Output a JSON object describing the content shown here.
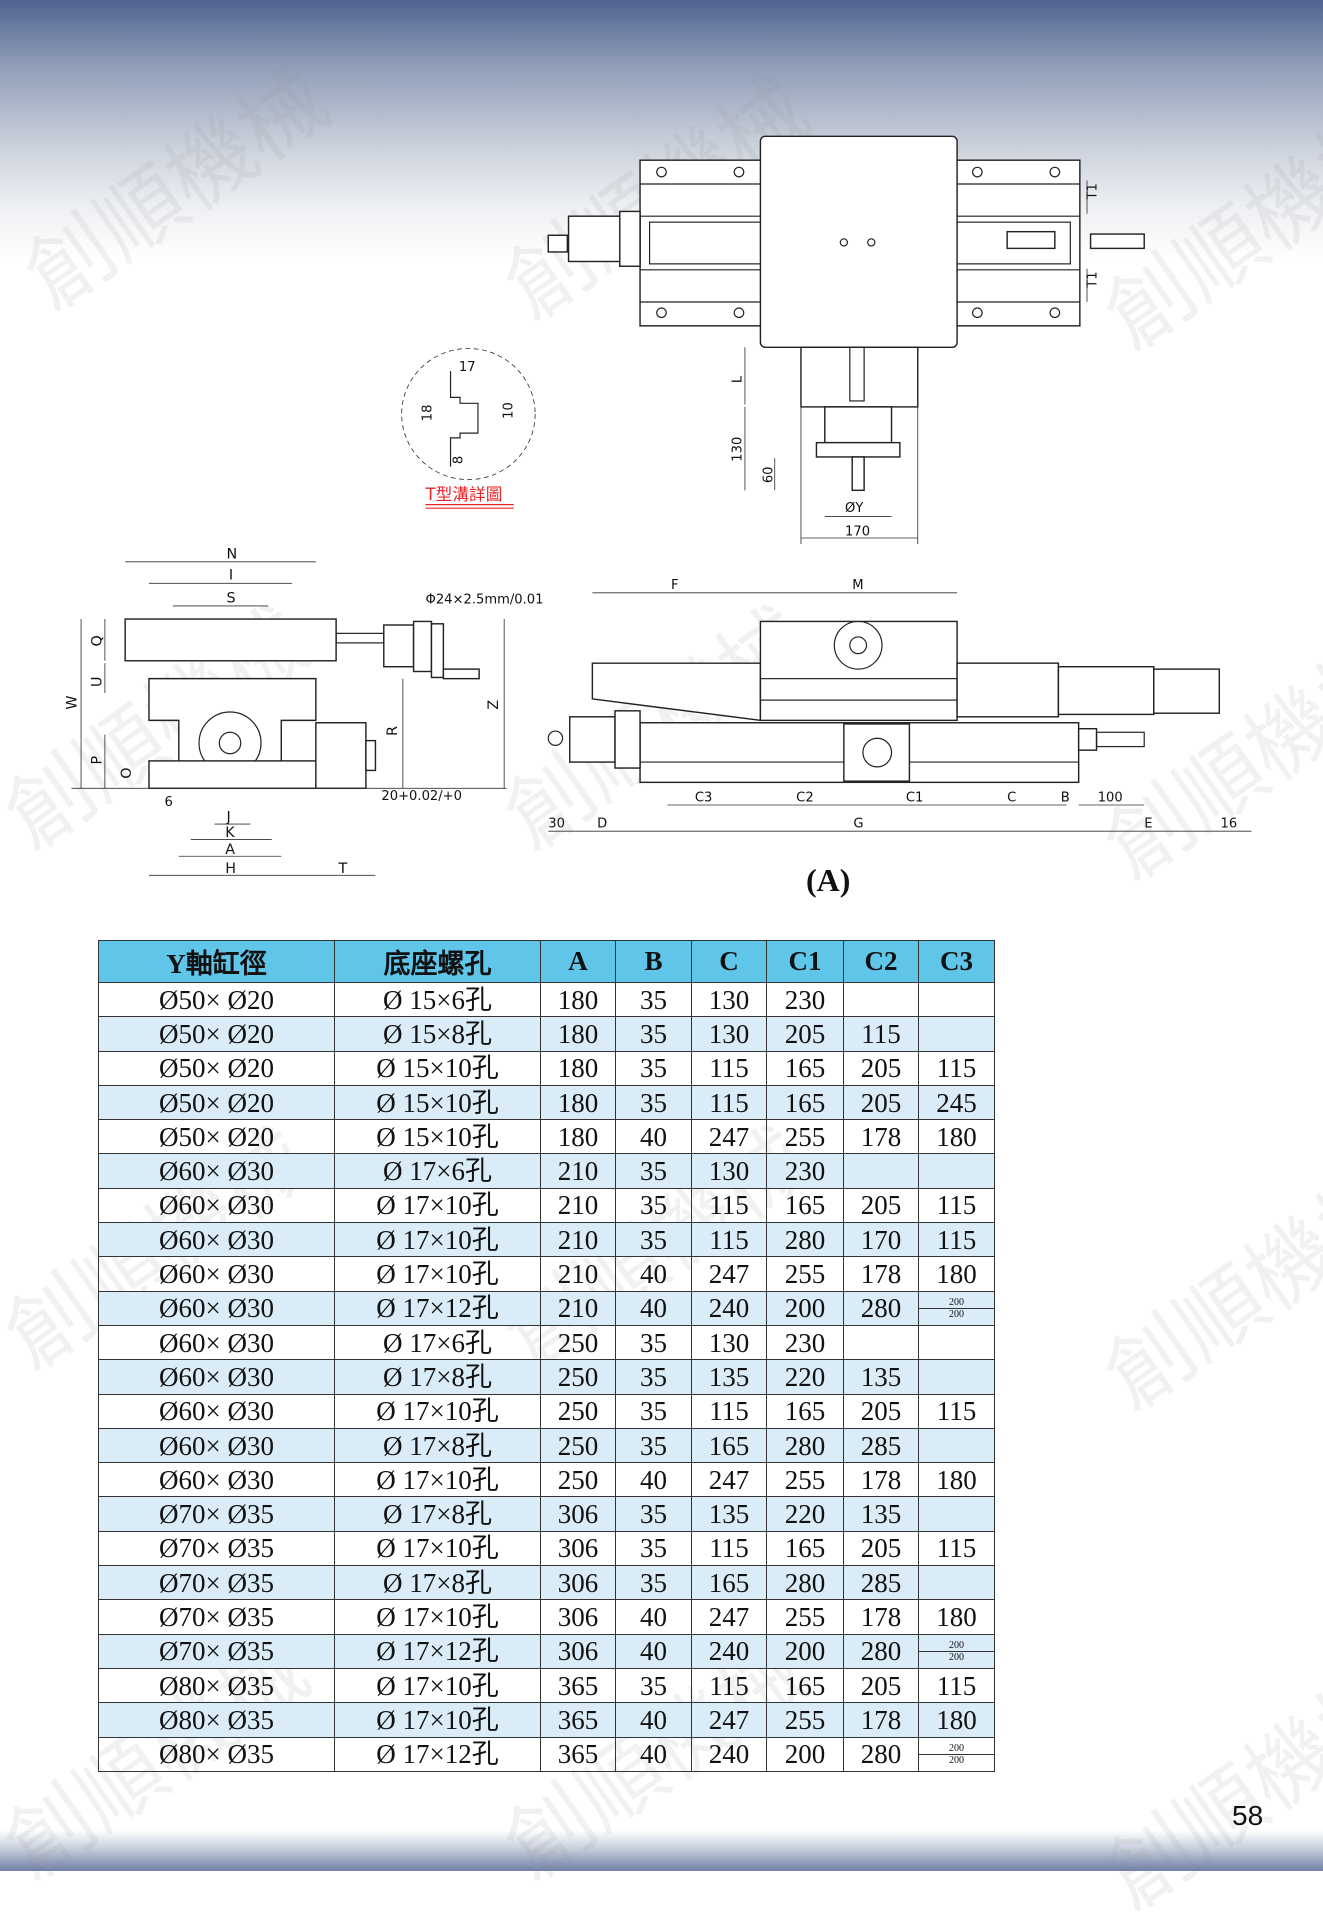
{
  "watermark": "創順機械",
  "page_number": "58",
  "figure_label": "(A)",
  "tslot_detail": {
    "title": "T型溝詳圖",
    "dims": [
      "17",
      "18",
      "10",
      "8"
    ],
    "title_color": "#e8262a"
  },
  "top_view": {
    "T1": "T1",
    "L": "L",
    "h130": "130",
    "h60": "60",
    "phiY": "ØY",
    "w170": "170"
  },
  "front_view": {
    "N": "N",
    "I": "I",
    "S": "S",
    "W": "W",
    "Q": "Q",
    "U": "U",
    "P": "P",
    "O": "O",
    "R": "R",
    "Z": "Z",
    "six": "6",
    "J": "J",
    "K": "K",
    "A": "A",
    "H": "H",
    "T": "T",
    "tol": "20+0.02/+0",
    "thread": "Φ24×2.5mm/0.01"
  },
  "side_view": {
    "F": "F",
    "M": "M",
    "C3": "C3",
    "C2": "C2",
    "C1": "C1",
    "C": "C",
    "B": "B",
    "hundred": "100",
    "thirty": "30",
    "D": "D",
    "G": "G",
    "E": "E",
    "sixteen": "16"
  },
  "table": {
    "header_color": "#5fc6ea",
    "alt_row_color": "#d9ecf7",
    "columns": [
      "Y軸缸徑",
      "底座螺孔",
      "A",
      "B",
      "C",
      "C1",
      "C2",
      "C3"
    ],
    "rows": [
      [
        "Ø50× Ø20",
        "Ø 15×6孔",
        "180",
        "35",
        "130",
        "230",
        "",
        ""
      ],
      [
        "Ø50× Ø20",
        "Ø 15×8孔",
        "180",
        "35",
        "130",
        "205",
        "115",
        ""
      ],
      [
        "Ø50× Ø20",
        "Ø 15×10孔",
        "180",
        "35",
        "115",
        "165",
        "205",
        "115"
      ],
      [
        "Ø50× Ø20",
        "Ø 15×10孔",
        "180",
        "35",
        "115",
        "165",
        "205",
        "245"
      ],
      [
        "Ø50× Ø20",
        "Ø 15×10孔",
        "180",
        "40",
        "247",
        "255",
        "178",
        "180"
      ],
      [
        "Ø60× Ø30",
        "Ø 17×6孔",
        "210",
        "35",
        "130",
        "230",
        "",
        ""
      ],
      [
        "Ø60× Ø30",
        "Ø 17×10孔",
        "210",
        "35",
        "115",
        "165",
        "205",
        "115"
      ],
      [
        "Ø60× Ø30",
        "Ø 17×10孔",
        "210",
        "35",
        "115",
        "280",
        "170",
        "115"
      ],
      [
        "Ø60× Ø30",
        "Ø 17×10孔",
        "210",
        "40",
        "247",
        "255",
        "178",
        "180"
      ],
      [
        "Ø60× Ø30",
        "Ø 17×12孔",
        "210",
        "40",
        "240",
        "200",
        "280",
        {
          "top": "200",
          "bottom": "200"
        }
      ],
      [
        "Ø60× Ø30",
        "Ø 17×6孔",
        "250",
        "35",
        "130",
        "230",
        "",
        ""
      ],
      [
        "Ø60× Ø30",
        "Ø 17×8孔",
        "250",
        "35",
        "135",
        "220",
        "135",
        ""
      ],
      [
        "Ø60× Ø30",
        "Ø 17×10孔",
        "250",
        "35",
        "115",
        "165",
        "205",
        "115"
      ],
      [
        "Ø60× Ø30",
        "Ø 17×8孔",
        "250",
        "35",
        "165",
        "280",
        "285",
        ""
      ],
      [
        "Ø60× Ø30",
        "Ø 17×10孔",
        "250",
        "40",
        "247",
        "255",
        "178",
        "180"
      ],
      [
        "Ø70× Ø35",
        "Ø 17×8孔",
        "306",
        "35",
        "135",
        "220",
        "135",
        ""
      ],
      [
        "Ø70× Ø35",
        "Ø 17×10孔",
        "306",
        "35",
        "115",
        "165",
        "205",
        "115"
      ],
      [
        "Ø70× Ø35",
        "Ø 17×8孔",
        "306",
        "35",
        "165",
        "280",
        "285",
        ""
      ],
      [
        "Ø70× Ø35",
        "Ø 17×10孔",
        "306",
        "40",
        "247",
        "255",
        "178",
        "180"
      ],
      [
        "Ø70× Ø35",
        "Ø 17×12孔",
        "306",
        "40",
        "240",
        "200",
        "280",
        {
          "top": "200",
          "bottom": "200"
        }
      ],
      [
        "Ø80× Ø35",
        "Ø 17×10孔",
        "365",
        "35",
        "115",
        "165",
        "205",
        "115"
      ],
      [
        "Ø80× Ø35",
        "Ø 17×10孔",
        "365",
        "40",
        "247",
        "255",
        "178",
        "180"
      ],
      [
        "Ø80× Ø35",
        "Ø 17×12孔",
        "365",
        "40",
        "240",
        "200",
        "280",
        {
          "top": "200",
          "bottom": "200"
        }
      ]
    ]
  }
}
